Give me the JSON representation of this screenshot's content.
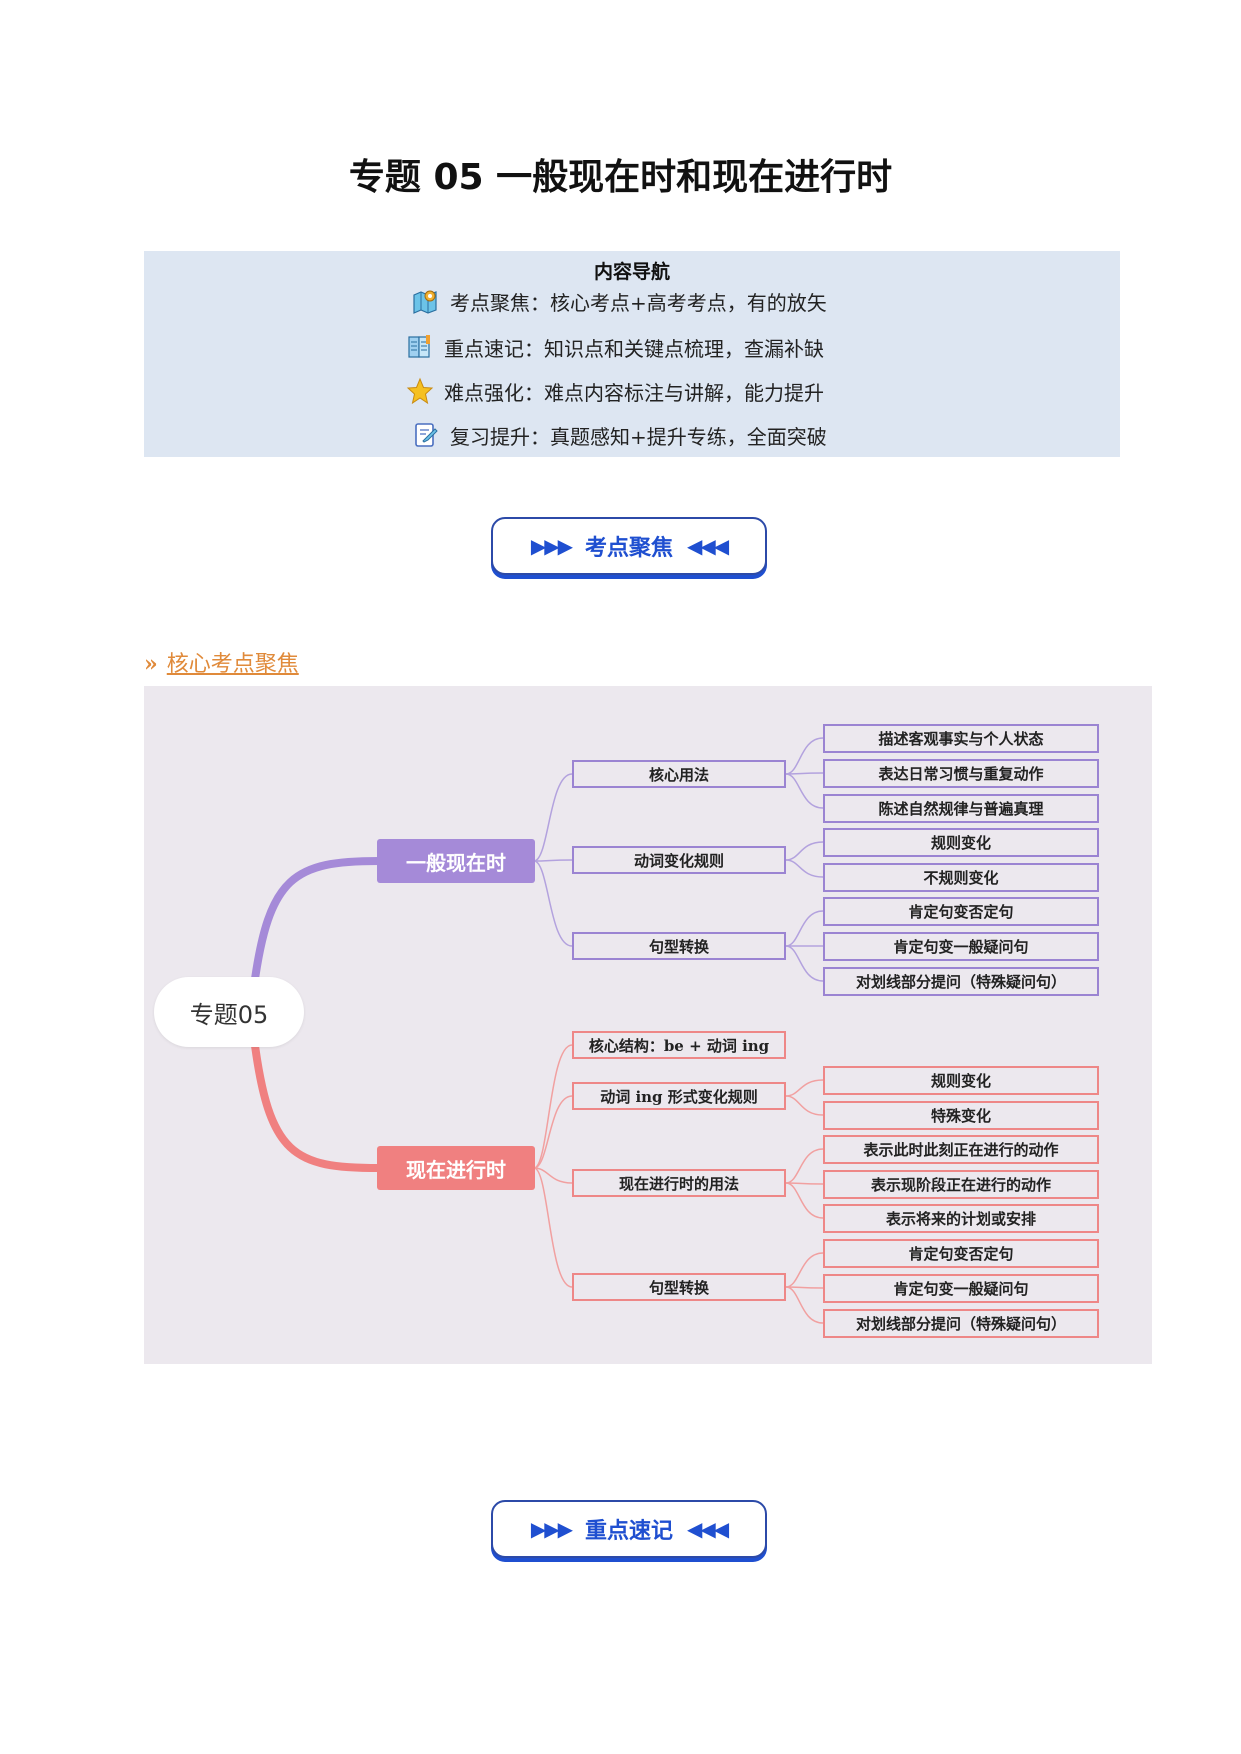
{
  "title": "专题 05 一般现在时和现在进行时",
  "nav": {
    "heading": "内容导航",
    "items": [
      {
        "icon": "map-icon",
        "text": "考点聚焦：核心考点+高考考点，有的放矢"
      },
      {
        "icon": "book-icon",
        "text": "重点速记：知识点和关键点梳理，查漏补缺"
      },
      {
        "icon": "star-icon",
        "text": "难点强化：难点内容标注与讲解，能力提升"
      },
      {
        "icon": "notepad-icon",
        "text": "复习提升：真题感知+提升专练，全面突破"
      }
    ]
  },
  "banners": {
    "focus": "考点聚焦",
    "notes": "重点速记",
    "arrow_left": "▶▶▶",
    "arrow_right": "◀◀◀"
  },
  "section_link": {
    "chevron": "»",
    "text": "核心考点聚焦"
  },
  "mindmap": {
    "root": "专题05",
    "colors": {
      "purple": "#9b84d2",
      "red": "#ee8787",
      "purple_fill": "#a58ad8",
      "red_fill": "#f08080"
    },
    "branches": [
      {
        "label": "一般现在时",
        "children": [
          {
            "label": "核心用法",
            "items": [
              "描述客观事实与个人状态",
              "表达日常习惯与重复动作",
              "陈述自然规律与普遍真理"
            ]
          },
          {
            "label": "动词变化规则",
            "items": [
              "规则变化",
              "不规则变化"
            ]
          },
          {
            "label": "句型转换",
            "items": [
              "肯定句变否定句",
              "肯定句变一般疑问句",
              "对划线部分提问（特殊疑问句）"
            ]
          }
        ]
      },
      {
        "label": "现在进行时",
        "children": [
          {
            "label": "核心结构：be + 动词 ing",
            "items": []
          },
          {
            "label": "动词 ing 形式变化规则",
            "items": [
              "规则变化",
              "特殊变化"
            ]
          },
          {
            "label": "现在进行时的用法",
            "items": [
              "表示此时此刻正在进行的动作",
              "表示现阶段正在进行的动作",
              "表示将来的计划或安排"
            ]
          },
          {
            "label": "句型转换",
            "items": [
              "肯定句变否定句",
              "肯定句变一般疑问句",
              "对划线部分提问（特殊疑问句）"
            ]
          }
        ]
      }
    ]
  }
}
